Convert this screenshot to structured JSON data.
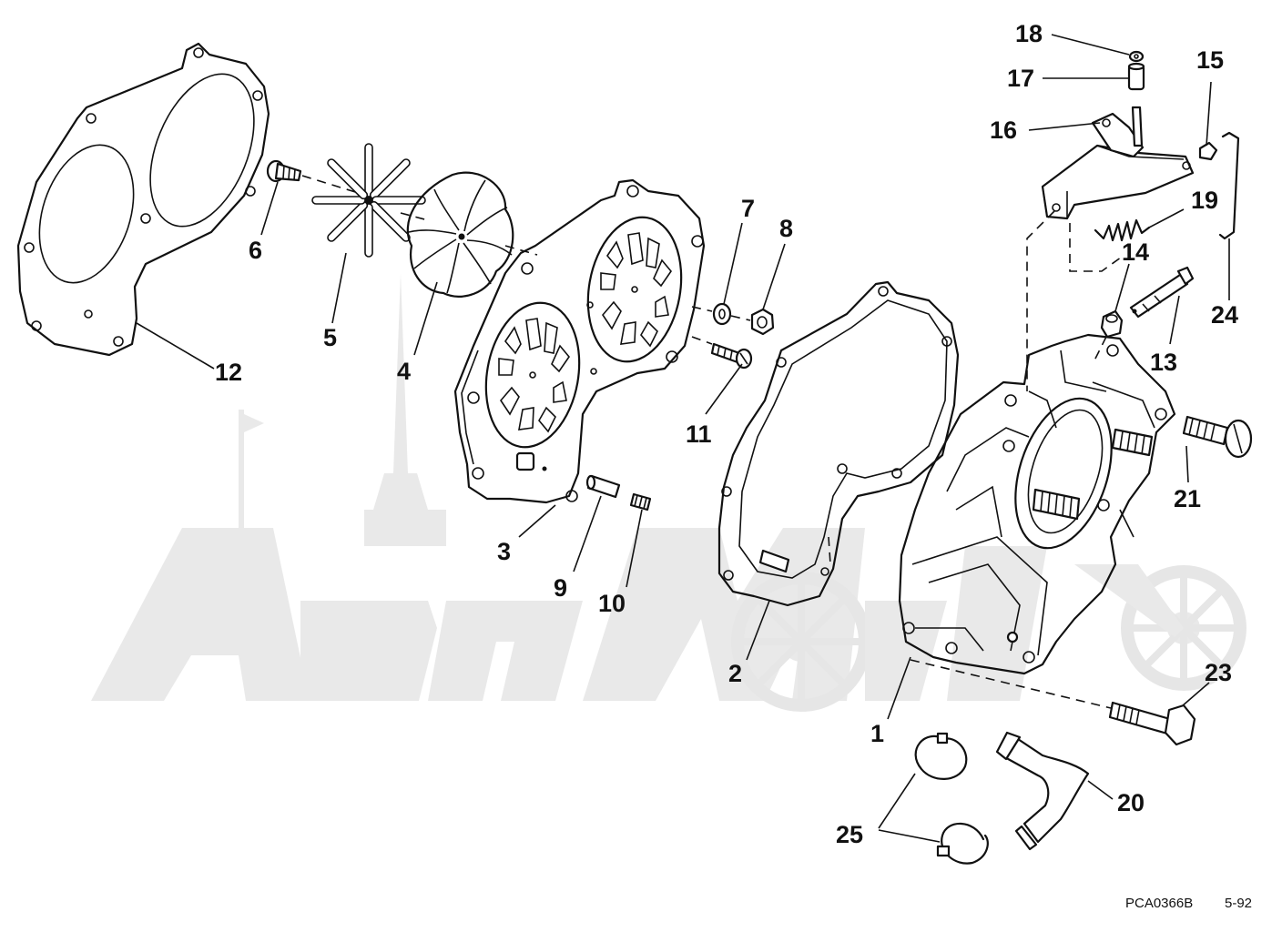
{
  "diagram": {
    "callouts": [
      {
        "id": "c1",
        "label": "1"
      },
      {
        "id": "c2",
        "label": "2"
      },
      {
        "id": "c3",
        "label": "3"
      },
      {
        "id": "c4",
        "label": "4"
      },
      {
        "id": "c5",
        "label": "5"
      },
      {
        "id": "c6",
        "label": "6"
      },
      {
        "id": "c7",
        "label": "7"
      },
      {
        "id": "c8",
        "label": "8"
      },
      {
        "id": "c9",
        "label": "9"
      },
      {
        "id": "c10",
        "label": "10"
      },
      {
        "id": "c11",
        "label": "11"
      },
      {
        "id": "c12",
        "label": "12"
      },
      {
        "id": "c13",
        "label": "13"
      },
      {
        "id": "c14",
        "label": "14"
      },
      {
        "id": "c15",
        "label": "15"
      },
      {
        "id": "c16",
        "label": "16"
      },
      {
        "id": "c17",
        "label": "17"
      },
      {
        "id": "c18",
        "label": "18"
      },
      {
        "id": "c19",
        "label": "19"
      },
      {
        "id": "c20",
        "label": "20"
      },
      {
        "id": "c21",
        "label": "21"
      },
      {
        "id": "c23",
        "label": "23"
      },
      {
        "id": "c24",
        "label": "24"
      },
      {
        "id": "c25",
        "label": "25"
      }
    ],
    "figure_code": "PCA0366B",
    "figure_date": "5-92"
  },
  "watermark": {
    "text": "AehMoto",
    "color": "#e9e9e9"
  },
  "colors": {
    "line": "#111111",
    "background": "#ffffff"
  }
}
